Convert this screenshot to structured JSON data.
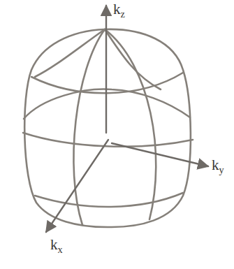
{
  "diagram": {
    "labels": [
      "kz",
      "ky",
      "kx"
    ]
  }
}
